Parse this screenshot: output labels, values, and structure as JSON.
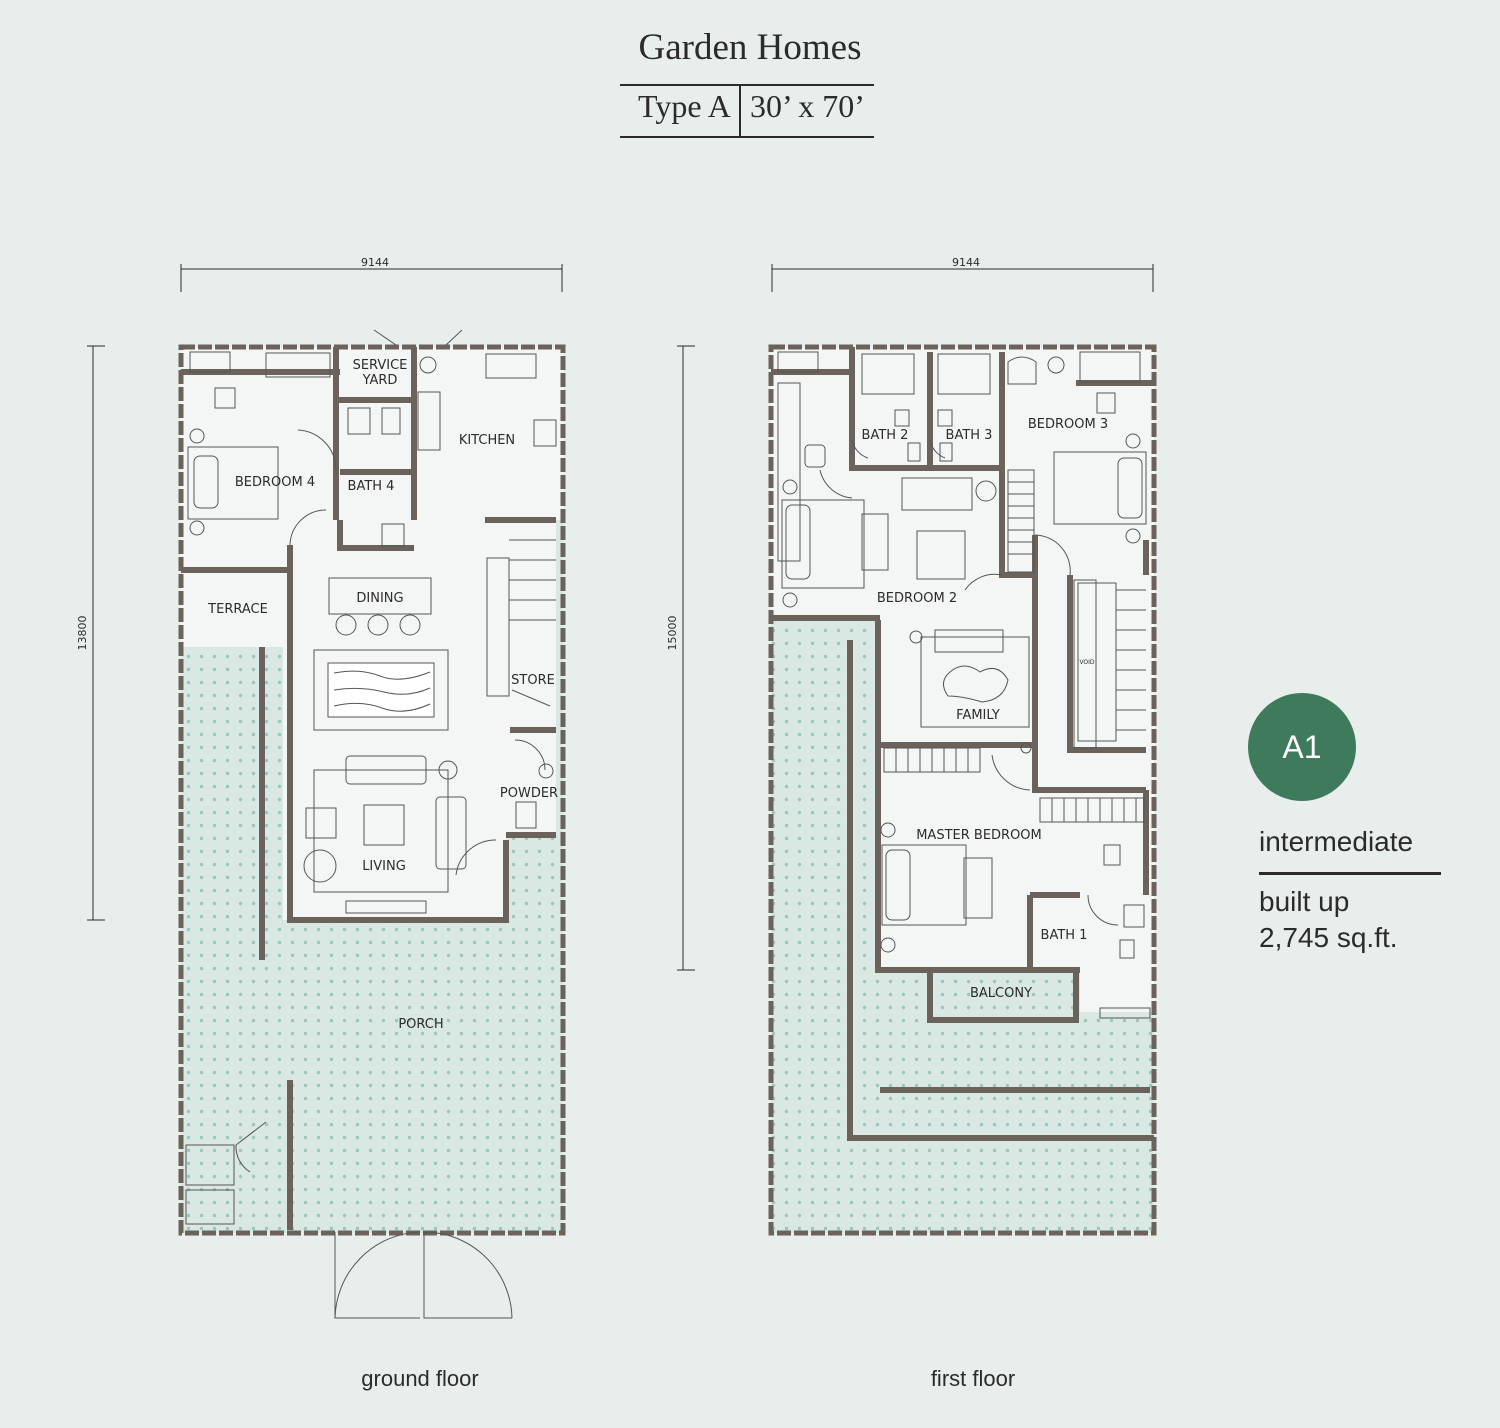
{
  "header": {
    "title": "Garden Homes",
    "type": "Type A",
    "size": "30’ x 70’"
  },
  "badge": {
    "label": "A1",
    "color": "#3e7a5c"
  },
  "unit_info": {
    "category": "intermediate",
    "builtup_label": "built up",
    "builtup_value": "2,745 sq.ft."
  },
  "ground_floor": {
    "label": "ground floor",
    "width_dim": "9144",
    "depth_dim": "13800",
    "rooms": {
      "service_yard_1": "SERVICE",
      "service_yard_2": "YARD",
      "kitchen": "KITCHEN",
      "bedroom4": "BEDROOM 4",
      "bath4": "BATH 4",
      "dining": "DINING",
      "terrace": "TERRACE",
      "store": "STORE",
      "powder": "POWDER",
      "living": "LIVING",
      "porch": "PORCH"
    }
  },
  "first_floor": {
    "label": "first floor",
    "width_dim": "9144",
    "depth_dim": "15000",
    "rooms": {
      "bath2": "BATH 2",
      "bath3": "BATH 3",
      "bedroom3": "BEDROOM 3",
      "bedroom2": "BEDROOM 2",
      "family": "FAMILY",
      "void": "VOID",
      "master_bedroom": "MASTER BEDROOM",
      "bath1": "BATH 1",
      "balcony": "BALCONY"
    }
  },
  "colors": {
    "wall": "#6b625c",
    "floor": "#f4f6f5",
    "garden": "#d6e6e1",
    "dot": "#9cc6b9"
  }
}
